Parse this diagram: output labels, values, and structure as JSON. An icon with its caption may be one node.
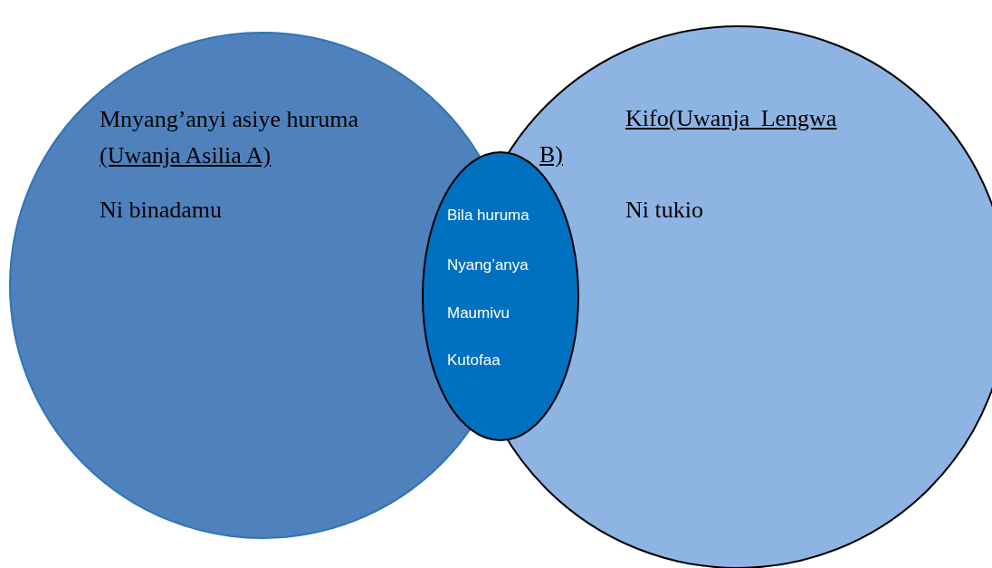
{
  "diagram": {
    "nodes": [
      {
        "text": [
          "Mnyang’anyi asiye huruma",
          "(Uwanja Asilia A)",
          "Ni binadamu"
        ]
      },
      {
        "text": [
          "Kifo(Uwanja Lengwa B)",
          "Ni tukio"
        ]
      },
      {
        "text": [
          "Bila huruma",
          "Nyang’anya",
          "Maumivu",
          "Kutofaa"
        ]
      }
    ]
  }
}
